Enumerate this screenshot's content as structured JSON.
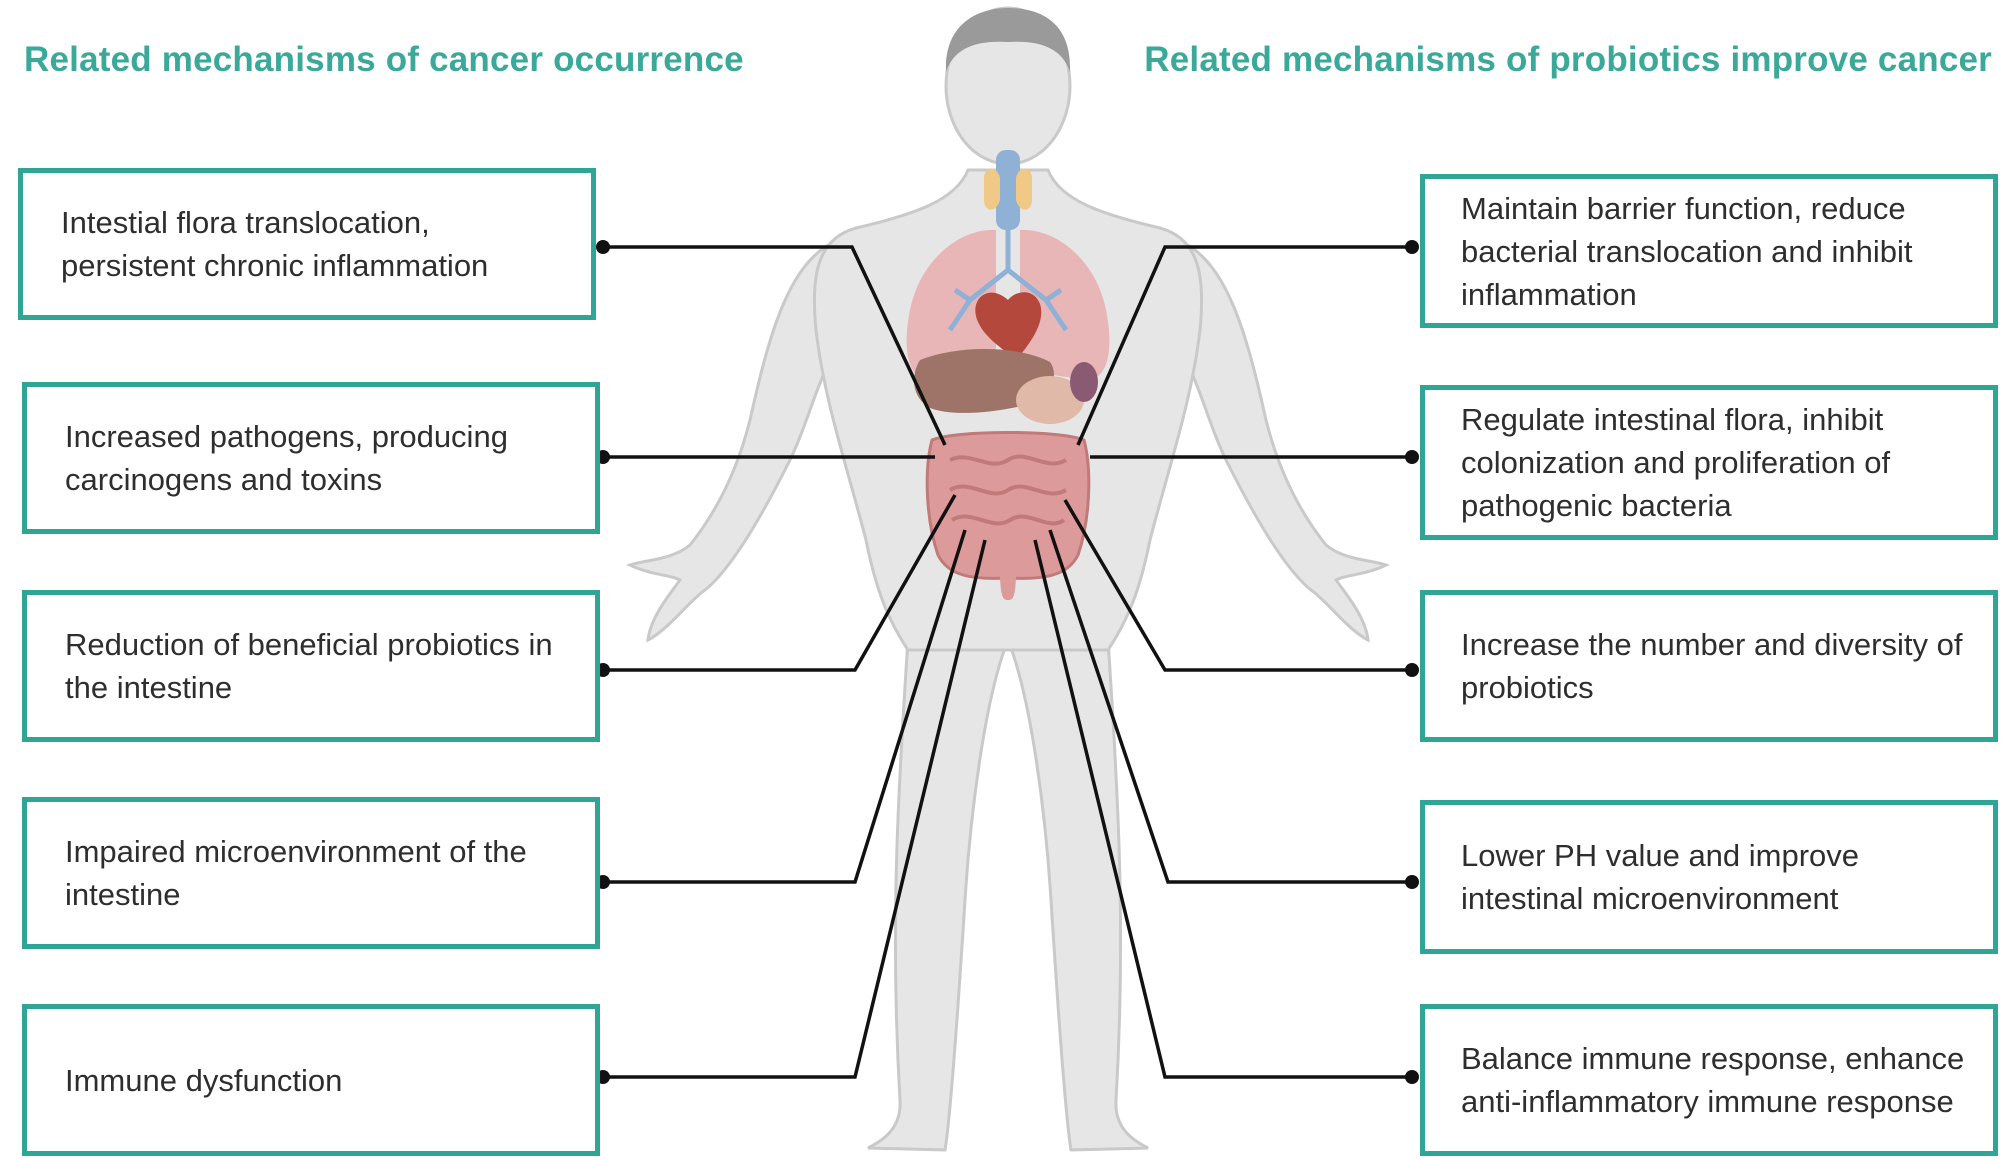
{
  "diagram": {
    "left_heading": "Related mechanisms of cancer occurrence",
    "right_heading": "Related mechanisms of probiotics improve cancer",
    "left_boxes": [
      "Intestial flora translocation, persistent chronic inflammation",
      "Increased pathogens, producing carcinogens and toxins",
      "Reduction of beneficial probiotics in the intestine",
      "Impaired microenvironment of the intestine",
      "Immune dysfunction"
    ],
    "right_boxes": [
      "Maintain barrier function, reduce bacterial translocation and inhibit inflammation",
      "Regulate intestinal flora, inhibit colonization and proliferation of pathogenic bacteria",
      "Increase the number  and diversity of probiotics",
      "Lower PH value and improve intestinal microenvironment",
      "Balance immune response, enhance anti-inflammatory immune response"
    ],
    "colors": {
      "accent": "#2fa596",
      "heading": "#3aa99a",
      "body_fill": "#e6e6e6",
      "body_outline": "#c9c9c9",
      "lungs": "#e9b6b8",
      "intestine": "#dd9a9a",
      "liver": "#9e7468",
      "heart": "#b5483c",
      "thyroid": "#f0c987",
      "trachea": "#8fb1d6",
      "connector": "#111111"
    }
  }
}
